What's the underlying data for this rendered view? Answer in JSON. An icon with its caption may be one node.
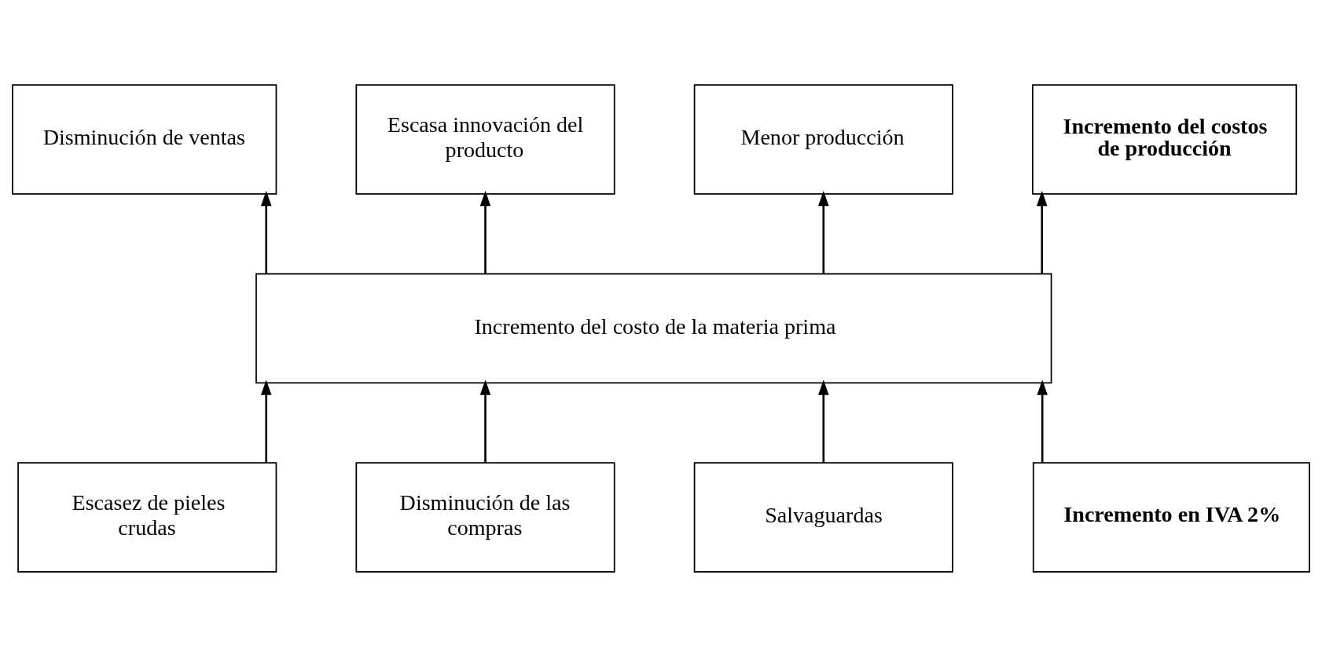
{
  "diagram": {
    "nodes": [
      {
        "text": [
          "Disminución de ventas"
        ]
      },
      {
        "text": [
          "Escasa innovación del producto"
        ]
      },
      {
        "text": [
          "Menor producción"
        ]
      },
      {
        "text": [
          "Incremento del costos de producción"
        ]
      },
      {
        "text": [
          "Incremento del costo de la materia prima"
        ]
      },
      {
        "text": [
          "Escasez de pieles crudas"
        ]
      },
      {
        "text": [
          "Disminución de las compras"
        ]
      },
      {
        "text": [
          "Salvaguardas"
        ]
      },
      {
        "text": [
          "Incremento en IVA 2%"
        ]
      }
    ],
    "edges": [
      {
        "from": 4,
        "to": 0,
        "arrow": "to"
      },
      {
        "from": 4,
        "to": 1,
        "arrow": "to"
      },
      {
        "from": 4,
        "to": 2,
        "arrow": "to"
      },
      {
        "from": 4,
        "to": 3,
        "arrow": "to"
      },
      {
        "from": 5,
        "to": 4,
        "arrow": "to"
      },
      {
        "from": 6,
        "to": 4,
        "arrow": "to"
      },
      {
        "from": 7,
        "to": 4,
        "arrow": "to"
      },
      {
        "from": 8,
        "to": 4,
        "arrow": "to"
      }
    ]
  }
}
